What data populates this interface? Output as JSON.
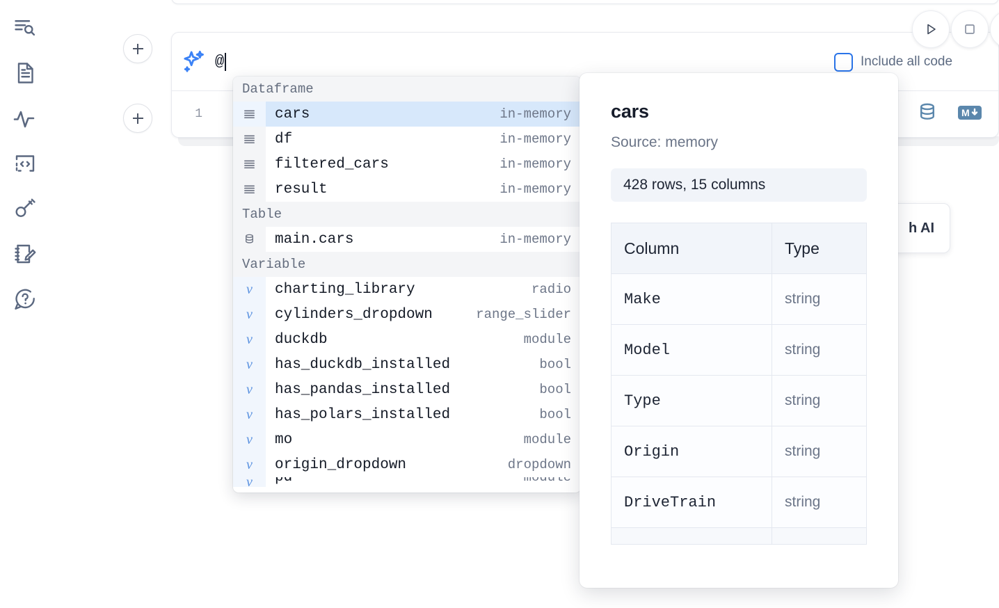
{
  "rail": {
    "items": [
      {
        "name": "explore-outline-icon",
        "label": "Outline"
      },
      {
        "name": "notebook-file-icon",
        "label": "Files"
      },
      {
        "name": "activity-pulse-icon",
        "label": "Variables"
      },
      {
        "name": "code-snippet-icon",
        "label": "Snippets"
      },
      {
        "name": "secrets-key-icon",
        "label": "Secrets"
      },
      {
        "name": "scratchpad-edit-icon",
        "label": "Scratchpad"
      },
      {
        "name": "help-chat-icon",
        "label": "Help"
      }
    ]
  },
  "toolbar": {
    "run_label": "Run",
    "stop_label": "Interrupt",
    "add_cell_label": "+",
    "include_all_code_label": "Include all code",
    "include_all_code_checked": false,
    "sql_icon_label": "SQL",
    "markdown_icon_label": "M",
    "markdown_icon_arrow": "↓"
  },
  "ai_card": {
    "label": "h AI"
  },
  "cell": {
    "prompt_value": "@",
    "line_number": "1",
    "code_value": ""
  },
  "autocomplete": {
    "groups": [
      {
        "label": "Dataframe",
        "items": [
          {
            "icon": "rows-icon",
            "name": "cars",
            "type": "in-memory",
            "selected": true
          },
          {
            "icon": "rows-icon",
            "name": "df",
            "type": "in-memory",
            "selected": false
          },
          {
            "icon": "rows-icon",
            "name": "filtered_cars",
            "type": "in-memory",
            "selected": false
          },
          {
            "icon": "rows-icon",
            "name": "result",
            "type": "in-memory",
            "selected": false
          }
        ]
      },
      {
        "label": "Table",
        "items": [
          {
            "icon": "database-icon",
            "name": "main.cars",
            "type": "in-memory",
            "selected": false
          }
        ]
      },
      {
        "label": "Variable",
        "items": [
          {
            "icon": "variable-icon",
            "name": "charting_library",
            "type": "radio",
            "selected": false
          },
          {
            "icon": "variable-icon",
            "name": "cylinders_dropdown",
            "type": "range_slider",
            "selected": false
          },
          {
            "icon": "variable-icon",
            "name": "duckdb",
            "type": "module",
            "selected": false
          },
          {
            "icon": "variable-icon",
            "name": "has_duckdb_installed",
            "type": "bool",
            "selected": false
          },
          {
            "icon": "variable-icon",
            "name": "has_pandas_installed",
            "type": "bool",
            "selected": false
          },
          {
            "icon": "variable-icon",
            "name": "has_polars_installed",
            "type": "bool",
            "selected": false
          },
          {
            "icon": "variable-icon",
            "name": "mo",
            "type": "module",
            "selected": false
          },
          {
            "icon": "variable-icon",
            "name": "origin_dropdown",
            "type": "dropdown",
            "selected": false
          },
          {
            "icon": "variable-icon",
            "name": "pd",
            "type": "module",
            "selected": false
          }
        ]
      }
    ]
  },
  "detail": {
    "title": "cars",
    "source": "Source: memory",
    "stats": "428 rows, 15 columns",
    "columns_header": "Column",
    "type_header": "Type",
    "rows": [
      {
        "column": "Make",
        "type": "string"
      },
      {
        "column": "Model",
        "type": "string"
      },
      {
        "column": "Type",
        "type": "string"
      },
      {
        "column": "Origin",
        "type": "string"
      },
      {
        "column": "DriveTrain",
        "type": "string"
      }
    ]
  },
  "colors": {
    "accent_blue": "#2a74e8",
    "sparkle_blue": "#3b82f6",
    "selection_blue": "#d7e8fb",
    "rail_icon": "#5b6880",
    "muted_text": "#6b7588",
    "steel_blue": "#5b87ac"
  }
}
